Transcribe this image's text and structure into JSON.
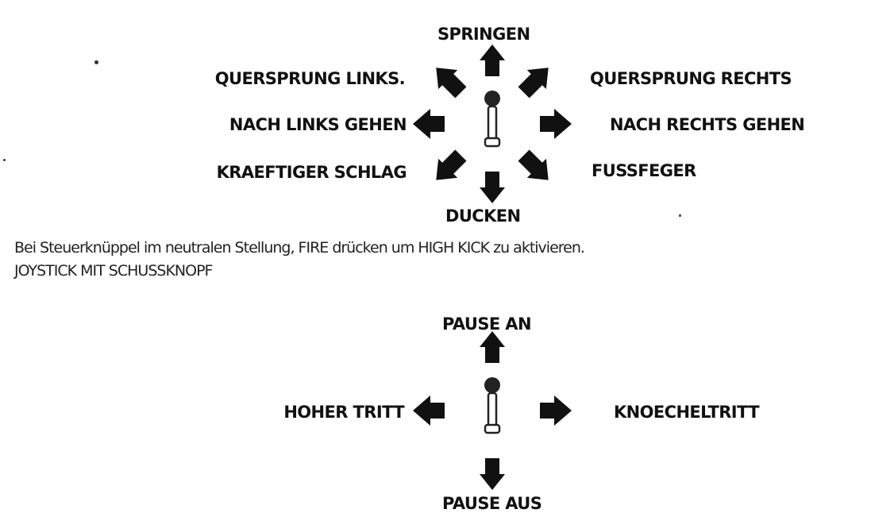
{
  "diagram_1": {
    "up": "SPRINGEN",
    "up_left": "QUERSPRUNG LINKS.",
    "up_right": "QUERSPRUNG RECHTS",
    "left": "NACH LINKS GEHEN",
    "right": "NACH RECHTS GEHEN",
    "down_left": "KRAEFTIGER SCHLAG",
    "down_right": "FUSSFEGER",
    "down": "DUCKEN"
  },
  "instruction": "Bei Steuerknüppel im neutralen Stellung, FIRE drücken um HIGH KICK zu aktivieren.",
  "section_heading": "JOYSTICK MIT SCHUSSKNOPF",
  "diagram_2": {
    "up": "PAUSE AN",
    "left": "HOHER TRITT",
    "right": "KNOECHELTRITT",
    "down": "PAUSE AUS"
  },
  "icons": {
    "arrow": "filled-block-arrow-icon",
    "joystick": "joystick-icon"
  },
  "colors": {
    "ink": "#111111",
    "background": "#ffffff"
  }
}
